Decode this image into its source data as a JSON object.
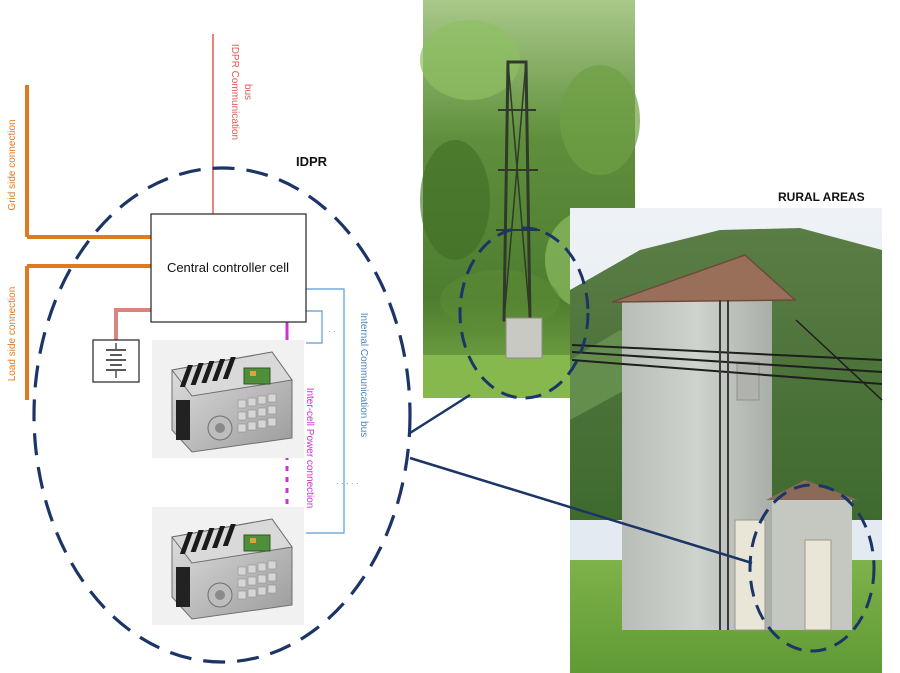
{
  "labels": {
    "idpr": "IDPR",
    "rural_areas": "RURAL AREAS",
    "central_controller": "Central controller cell",
    "grid_side": "Grid side connection",
    "load_side": "Load side connection",
    "idpr_comm_line1": "IDPR Communication",
    "idpr_comm_line2": "bus",
    "internal_comm": "Internal Communication bus",
    "inter_cell_power": "Inter-cell Power connection"
  },
  "colors": {
    "dashed_ellipse": "#1b3566",
    "grid_wire": "#e07a22",
    "idpr_comm_bus": "#e8837e",
    "internal_comm_bus": "#5b9bd5",
    "inter_cell_power": "#cc33cc",
    "battery_wire": "#d8857d",
    "grid_label": "#e07a22",
    "idpr_comm_label": "#e05a55",
    "internal_label": "#4a86c7",
    "inter_cell_label": "#cc33cc"
  },
  "icons": {
    "battery": "battery-icon",
    "power_cell": "power-cell-module-icon",
    "pylon_photo": "transmission-pylon-photo",
    "substation_photo": "rural-substation-building-photo"
  }
}
